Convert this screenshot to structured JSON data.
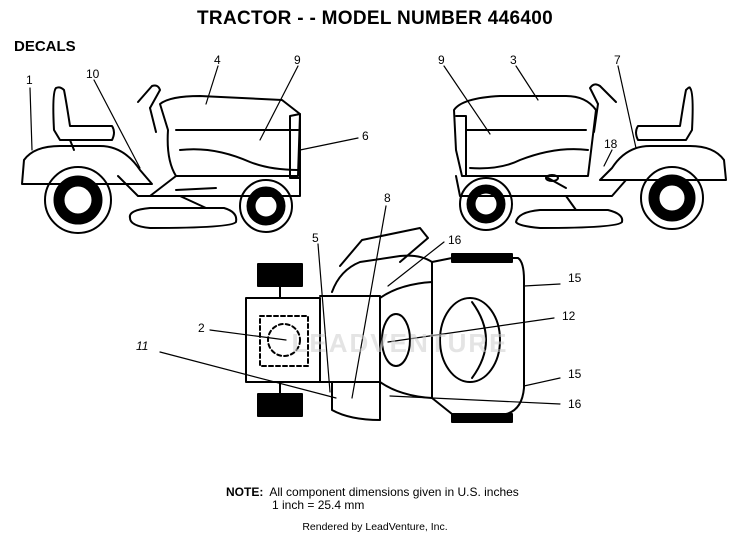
{
  "title": "TRACTOR - - MODEL NUMBER 446400",
  "section_label": "DECALS",
  "watermark": "LEADVENTURE",
  "callouts": {
    "c1": "1",
    "c10": "10",
    "c4": "4",
    "c9a": "9",
    "c6": "6",
    "c9b": "9",
    "c3": "3",
    "c7": "7",
    "c18": "18",
    "c8": "8",
    "c5": "5",
    "c16a": "16",
    "c15a": "15",
    "c2": "2",
    "c12": "12",
    "c11": "11",
    "c15b": "15",
    "c16b": "16"
  },
  "note": {
    "label": "NOTE:",
    "line1": "All component dimensions given in U.S. inches",
    "line2": "1 inch = 25.4 mm"
  },
  "credit": "Rendered by LeadVenture, Inc."
}
